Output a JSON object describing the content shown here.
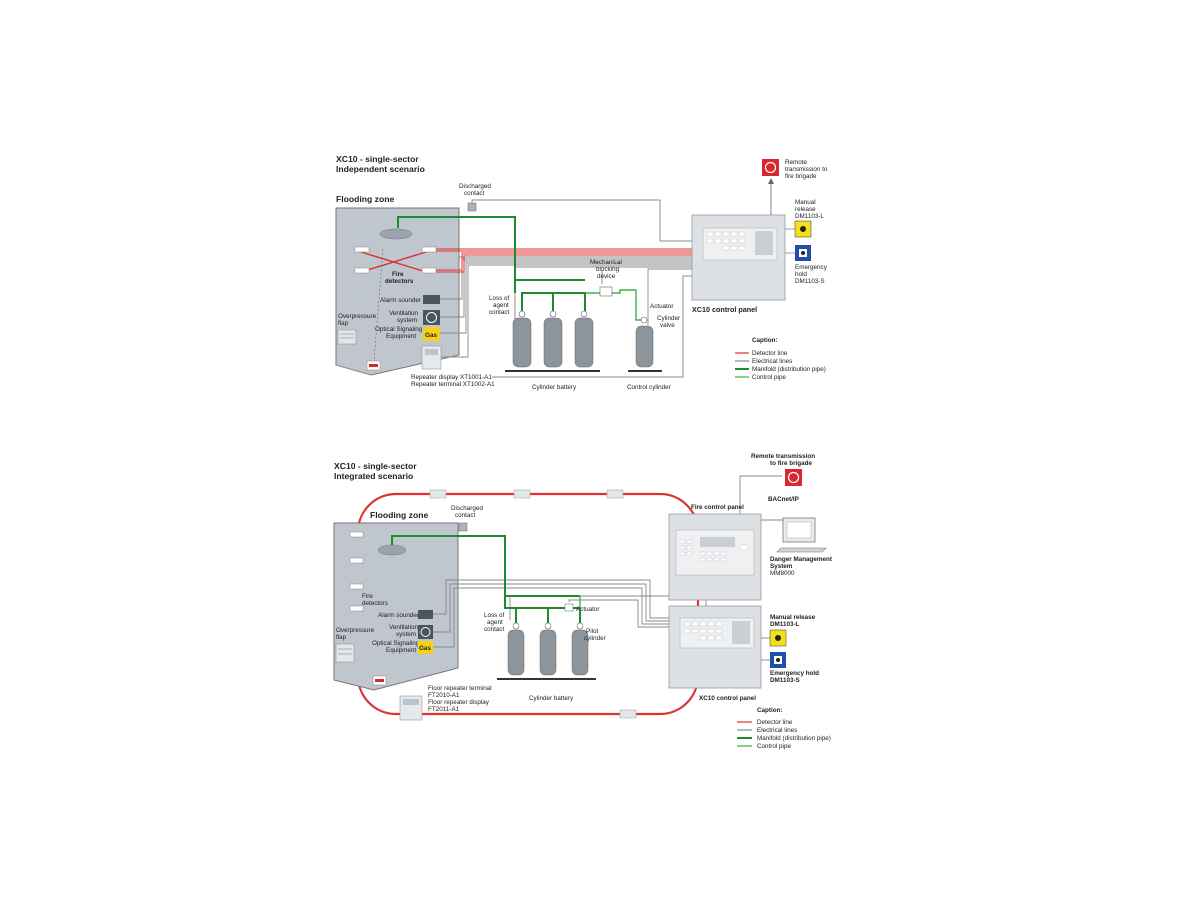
{
  "top": {
    "title_line1": "XC10 - single-sector",
    "title_line2": "Independent scenario",
    "flooding_zone": "Flooding zone",
    "discharged_contact_1": "Discharged",
    "discharged_contact_2": "contact",
    "fire_detectors_1": "Fire",
    "fire_detectors_2": "detectors",
    "alarm_sounder": "Alarm sounder",
    "ventilation_1": "Ventilation",
    "ventilation_2": "system",
    "optical_1": "Optical Signaling",
    "optical_2": "Equipment",
    "gas": "Gas",
    "overpressure_1": "Overpressure",
    "overpressure_2": "flap",
    "repeater_1": "Repeater display XT1001-A1",
    "repeater_2": "Repeater terminal XT1002-A1",
    "loss_1": "Loss of",
    "loss_2": "agent",
    "loss_3": "contact",
    "mech_1": "Mechanical",
    "mech_2": "blocking",
    "mech_3": "device",
    "actuator": "Actuator",
    "cyl_valve_1": "Cylinder",
    "cyl_valve_2": "valve",
    "cylinder_battery": "Cylinder battery",
    "control_cylinder": "Control cylinder",
    "control_panel": "XC10 control panel",
    "remote_1": "Remote",
    "remote_2": "transmission to",
    "remote_3": "fire brigade",
    "manual_1": "Manual",
    "manual_2": "release",
    "manual_3": "DM1103-L",
    "emergency_1": "Emergency",
    "emergency_2": "hold",
    "emergency_3": "DM1103-S",
    "caption_title": "Caption:",
    "legend": [
      "Detector line",
      "Electrical lines",
      "Manifold (distribution pipe)",
      "Control pipe"
    ]
  },
  "bottom": {
    "title_line1": "XC10 - single-sector",
    "title_line2": "Integrated scenario",
    "flooding_zone": "Flooding zone",
    "discharged_contact_1": "Discharged",
    "discharged_contact_2": "contact",
    "fire_detectors_1": "Fire",
    "fire_detectors_2": "detectors",
    "alarm_sounder": "Alarm sounder",
    "ventilation_1": "Ventilation",
    "ventilation_2": "system",
    "optical_1": "Optical Signaling",
    "optical_2": "Equipment",
    "gas": "Gas",
    "overpressure_1": "Overpressure",
    "overpressure_2": "flap",
    "floor_rep_1": "Floor repeater terminal",
    "floor_rep_2": "FT2010-A1",
    "floor_rep_3": "Floor repeater display",
    "floor_rep_4": "FT2011-A1",
    "loss_1": "Loss of",
    "loss_2": "agent",
    "loss_3": "contact",
    "actuator": "Actuator",
    "pilot_1": "Pilot",
    "pilot_2": "cylinder",
    "cylinder_battery": "Cylinder battery",
    "remote_1": "Remote transmission",
    "remote_2": "to fire brigade",
    "bacnet": "BACnet/IP",
    "fire_panel": "Fire control panel",
    "dms_1": "Danger Management",
    "dms_2": "System",
    "dms_3": "MM8000",
    "manual_1": "Manual release",
    "manual_2": "DM1103-L",
    "emergency_1": "Emergency hold",
    "emergency_2": "DM1103-S",
    "control_panel": "XC10 control panel",
    "caption_title": "Caption:",
    "legend": [
      "Detector line",
      "Electrical lines",
      "Manifold (distribution pipe)",
      "Control pipe"
    ]
  },
  "colors": {
    "detector_line": "#e03030",
    "electrical_line": "#888888",
    "manifold": "#1e8a2e",
    "control_pipe": "#3cb04a",
    "zone_fill": "#bfc6ce",
    "panel_fill": "#dde1e5",
    "alarm_red": "#d7282f",
    "manual_yellow": "#f4e01a",
    "hold_blue": "#1f4fa8"
  }
}
